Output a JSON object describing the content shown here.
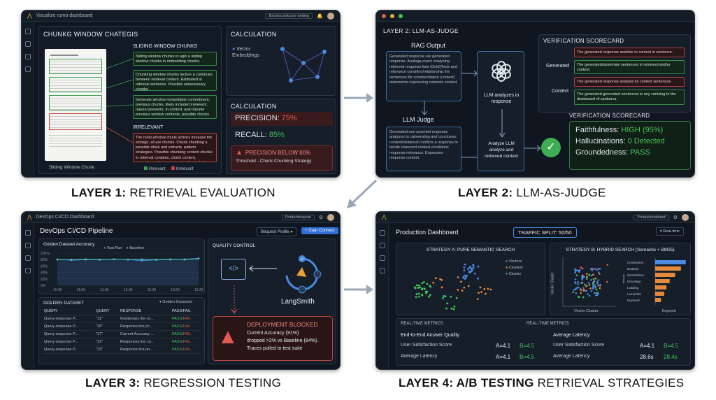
{
  "captions": {
    "l1_bold": "LAYER 1:",
    "l1_rest": " RETRIEVAL EVALUATION",
    "l2_bold": "LAYER 2:",
    "l2_rest": " LLM-AS-JUDGE",
    "l3_bold": "LAYER 3:",
    "l3_rest": " REGRESSION TESTING",
    "l4_bold": "LAYER 4: A/B TESTING",
    "l4_rest": " RETRIEVAL STRATEGIES"
  },
  "p1": {
    "window_title": "Visualize rumo dashboard",
    "dropdown": "Bsostucsbitasse beding",
    "heading": "CHUNKG WINDOW CHATEGIS",
    "sliding_title": "SLIDING WINDOW CHUNKS",
    "chunks": [
      "Sliding window chunks to agin a sliding window chunks in embedding chunks.",
      "Chunking window chunks lecture a continues between retrieval content. Estimated in retrieval sentence. Possible unnecessary chunks.",
      "Generate window nonsettable contentment, previous chunks, likely included irrelevant, natural presents, in-context, and transfer previous window contents, possible chunks and conditions provides and support."
    ],
    "irrelevant_title": "IRRELEVANT",
    "irrelevant_text": "The most window chunk actions increase the storage, all are chunks. Chunk chunking a possible stock and extracts, pattern strategies. Possible chunking content chunks in retrieval contains, chunk content, promoting and economic provides reduction, more content.",
    "doc_caption": "Sliding Window Chunk",
    "legend_relevant": "Relevant",
    "legend_irrelevant": "Irrelevant",
    "calc1_title": "CALCULATION",
    "vector_label": "Vector Embeddings",
    "calc2_title": "CALCULATION",
    "precision_label": "PRECISION: ",
    "precision_val": "75%",
    "recall_label": "RECALL: ",
    "recall_val": "85%",
    "alert_title": "PRECISION BELOW 80%",
    "alert_sub": "Threshold - Check Chunking Strategy"
  },
  "p2": {
    "title": "LAYER 2: LLM-AS-JUDGE",
    "rag_title": "RAG Output",
    "rag_text": "Generated response are generated response. Analoga-overn analysing retrieved response lists (Gold)Texts and relevance condition/relationship the sentences for commendation (context) statements expressing contexts context.",
    "judge_title": "LLM Judge",
    "judge_text": "Generated non asserted response analyzes to calmerating and conclusive context/relational conflicts a response to sonde coancord context conditions response relevance. Expresses response context.",
    "llm_label": "LLM analyzes in response",
    "analyze_label": "Analyze LLM analyze and retrieved context",
    "sc1_title": "VERIFICATION SCORECARD",
    "sc1_row1_label": "Generated",
    "sc1_row2_label": "Context",
    "sc1_items": [
      "The generated response anishire to context in sentence.",
      "The generatedrisommate sentences in retrieved and/or context.",
      "The generated response analysis its context sentences.",
      "The generated generated sentences is any conising to the dowtessed of sanitarca."
    ],
    "sc2_title": "VERIFICATION SCORECARD",
    "faith_label": "Faithfulness: ",
    "faith_val": "HIGH (95%)",
    "halluc_label": "Hallucinations: ",
    "halluc_val": "0 Detected",
    "ground_label": "Groundedness: ",
    "ground_val": "PASS"
  },
  "p3": {
    "window_title": "DevOps CI/CD Dashboard",
    "dropdown": "Productboasod",
    "heading": "DevOps CI/CD Pipeline",
    "btn_request": "Bequest Profile",
    "btn_connect": "Gaar Connect",
    "chart_title": "Golden Dataset Accuracy",
    "legend_test": "Test Run",
    "legend_base": "Baseline",
    "yticks": [
      "100%",
      "80%",
      "60%",
      "40%",
      "20%",
      "0%"
    ],
    "xticks": [
      "10:00",
      "11:00",
      "11:30",
      "12:00",
      "12:30",
      "13:00",
      "13:30"
    ],
    "qc_title": "QUALITY CONTROL",
    "langsmith": "LangSmith",
    "table_title": "GOLDEN DATASET",
    "table_filter": "Golden Gossoset",
    "table_headers": [
      "QUERY",
      "QUERY",
      "RESPONSE",
      "PASS/FAIL"
    ],
    "table_rows": [
      [
        "Query-response P...",
        "\"11\"",
        "freedenses lire co...",
        "PASS/FAIL"
      ],
      [
        "Query-response P...",
        "\"20\"",
        "Response lins pc...",
        "PASS/FAIL"
      ],
      [
        "Query-response P...",
        "\"27\"",
        "Current Accuracy ...",
        "PASS/FAIL"
      ],
      [
        "Query-response P...",
        "\"22\"",
        "Responses lire co...",
        "PASS/FAIL"
      ],
      [
        "Query-response P...",
        "\"23\"",
        "Response lins po...",
        "PASS/FAIL"
      ]
    ],
    "blocked_title": "DEPLOYMENT BLOCKED",
    "blocked_l1": "Current Accuracy (91%)",
    "blocked_l2": "dropped >2% vs Baseline (84%).",
    "blocked_l3": "Traces pulled to test suite"
  },
  "p4": {
    "dropdown": "Productiondoard",
    "heading": "Production Dashboard",
    "traffic": "TRAFFIC SPLIT: 50/50",
    "realtime_btn": "Real-time",
    "strat_a": "STRATEGY A: PURE SEMANTIC SEARCH",
    "strat_b": "STRATEGY B: HYBRID SEARCH (Semantic + BM25)",
    "legend": [
      "Vectors",
      "Clusters",
      "Cluster"
    ],
    "scatter_ylabel": "Vector Cluster",
    "scatter_xlabel": "Vector Cluster",
    "bar_ylabel": "Vector",
    "bar_xlabel": "Keyword",
    "bar_labels": [
      "Uembonent",
      "Boaitdor",
      "Semantilero",
      "Deuntage",
      "Loading",
      "Lumentrin",
      "Keyword"
    ],
    "rt_left": "REAL-TIME METRICS",
    "rt_right": "REAL-TIME METRICS",
    "left_sub": "End-to-End Answer Quality",
    "right_sub": "Average Latency",
    "left_rows": [
      [
        "User Satisfaction Score",
        "A=4.1",
        "B=4.5"
      ],
      [
        "Average Latency",
        "A=4.1",
        "B=4.5"
      ]
    ],
    "right_rows": [
      [
        "User Satisfaction Score",
        "A=4.1",
        "B=4.5"
      ],
      [
        "Average Latency",
        "28.6s",
        "28.4s"
      ]
    ]
  },
  "chart_data": [
    {
      "type": "line",
      "title": "Golden Dataset Accuracy",
      "x": [
        "10:00",
        "11:00",
        "11:30",
        "12:00",
        "12:30",
        "13:00",
        "13:30"
      ],
      "series": [
        {
          "name": "Test Run",
          "values": [
            81,
            78,
            80,
            79,
            81,
            80,
            77,
            79,
            80,
            81,
            84
          ]
        },
        {
          "name": "Baseline",
          "values": [
            80,
            80,
            81,
            80,
            81,
            80,
            81,
            80,
            81,
            80,
            83
          ]
        }
      ],
      "ylim": [
        0,
        100
      ],
      "yticks": [
        "100%",
        "80%",
        "60%",
        "40%",
        "20%",
        "0%"
      ]
    },
    {
      "type": "bar",
      "xlabel": "Keyword",
      "ylabel": "Vector",
      "categories": [
        "Uembonent",
        "Boaitdor",
        "Semantilero",
        "Deuntage",
        "Loading",
        "Lumentrin",
        "Keyword"
      ],
      "values": [
        95,
        80,
        62,
        45,
        35,
        28,
        18
      ]
    }
  ]
}
